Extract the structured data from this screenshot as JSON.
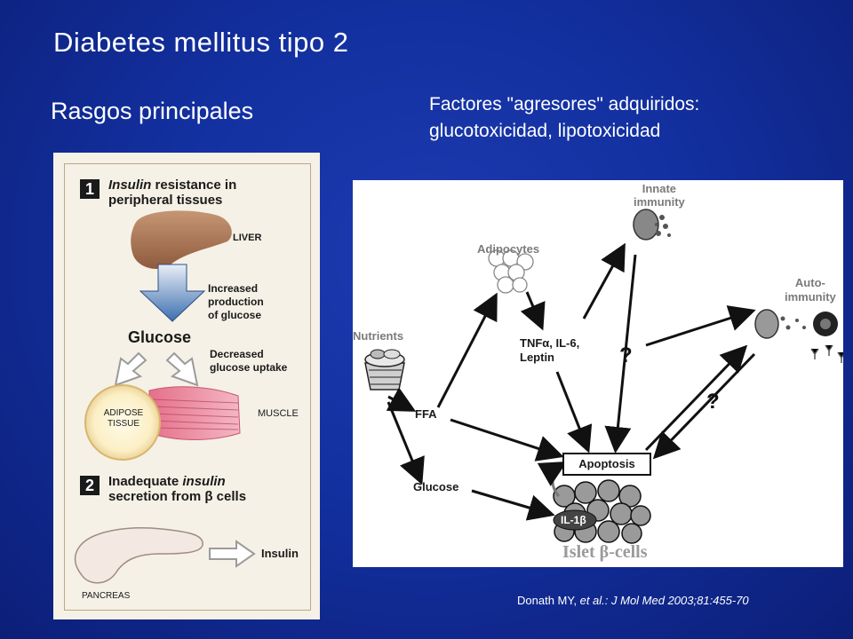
{
  "slide": {
    "title": "Diabetes mellitus tipo 2",
    "left_heading": "Rasgos principales",
    "right_heading_line1": "Factores \"agresores\"  adquiridos:",
    "right_heading_line2": "glucotoxicidad, lipotoxicidad",
    "citation_author": "Donath MY, ",
    "citation_etal": "et al.",
    "citation_ref": ": J Mol Med 2003;81:455-70"
  },
  "left_figure": {
    "step1_number": "1",
    "step1_line1_em": "Insulin",
    "step1_line1_rest": " resistance in",
    "step1_line2": "peripheral tissues",
    "liver": "LIVER",
    "increased_1": "Increased",
    "increased_2": "production",
    "increased_3": "of glucose",
    "glucose": "Glucose",
    "decreased_1": "Decreased",
    "decreased_2": "glucose uptake",
    "adipose_1": "ADIPOSE",
    "adipose_2": "TISSUE",
    "muscle": "MUSCLE",
    "step2_number": "2",
    "step2_line1_a": "Inadequate ",
    "step2_line1_em": "insulin",
    "step2_line2": "secretion from β cells",
    "insulin": "Insulin",
    "pancreas": "PANCREAS"
  },
  "right_figure": {
    "innate_1": "Innate",
    "innate_2": "immunity",
    "adipocytes": "Adipocytes",
    "auto_1": "Auto-",
    "auto_2": "immunity",
    "nutrients": "Nutrients",
    "tnf_1": "TNFα, IL-6,",
    "tnf_2": "Leptin",
    "question": "?",
    "ffa": "FFA",
    "apoptosis": "Apoptosis",
    "glucose": "Glucose",
    "il1b": "IL-1β",
    "islet": "Islet β-cells"
  }
}
